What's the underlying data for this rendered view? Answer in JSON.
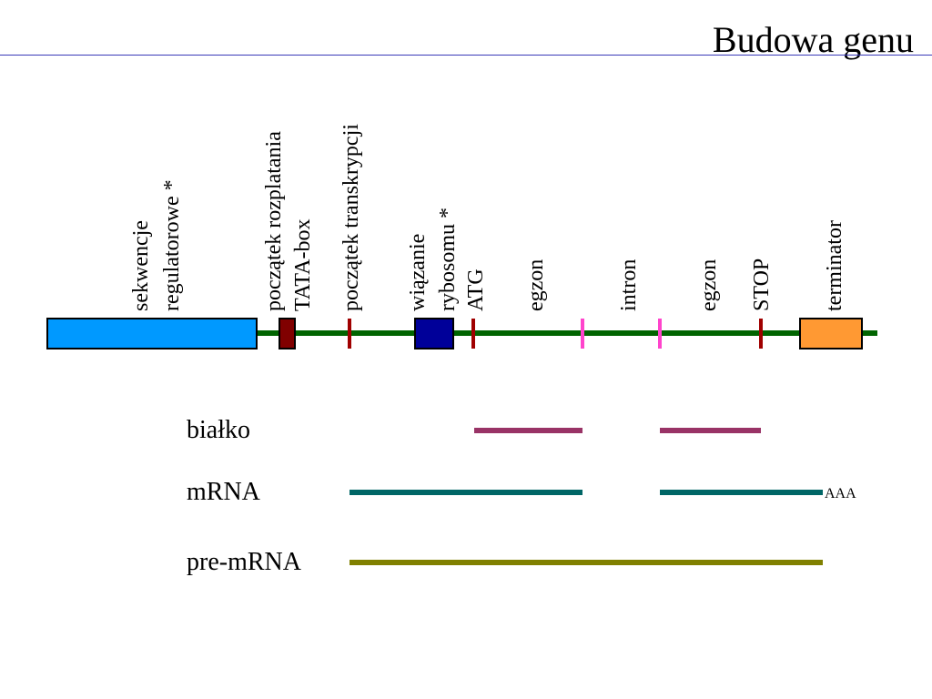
{
  "title": "Budowa genu",
  "colors": {
    "title_rule": "#3a3ab8",
    "backbone": "#006400",
    "regulatory_box": "#0099ff",
    "tata_box": "#800000",
    "ribosome_box": "#000099",
    "terminator_box": "#ff9933",
    "marker_dark": "#a00000",
    "marker_pink": "#ff44cc",
    "protein": "#993366",
    "mrna": "#006666",
    "pre_mrna": "#808000"
  },
  "gene_labels": [
    {
      "id": "regulatory",
      "lines": [
        "sekwencje",
        "regulatorowe *"
      ]
    },
    {
      "id": "tata",
      "lines": [
        "początek rozplatania",
        "TATA-box"
      ]
    },
    {
      "id": "transcription-start",
      "lines": [
        "początek transkrypcji"
      ]
    },
    {
      "id": "ribosome",
      "lines": [
        "wiązanie",
        "rybosomu *",
        "ATG"
      ]
    },
    {
      "id": "exon1",
      "lines": [
        "egzon"
      ]
    },
    {
      "id": "intron",
      "lines": [
        "intron"
      ]
    },
    {
      "id": "exon2",
      "lines": [
        "egzon"
      ]
    },
    {
      "id": "stop",
      "lines": [
        "STOP"
      ]
    },
    {
      "id": "terminator",
      "lines": [
        "terminator"
      ]
    }
  ],
  "products": {
    "protein_label": "białko",
    "mrna_label": "mRNA",
    "pre_mrna_label": "pre-mRNA",
    "poly_a": "AAA"
  }
}
